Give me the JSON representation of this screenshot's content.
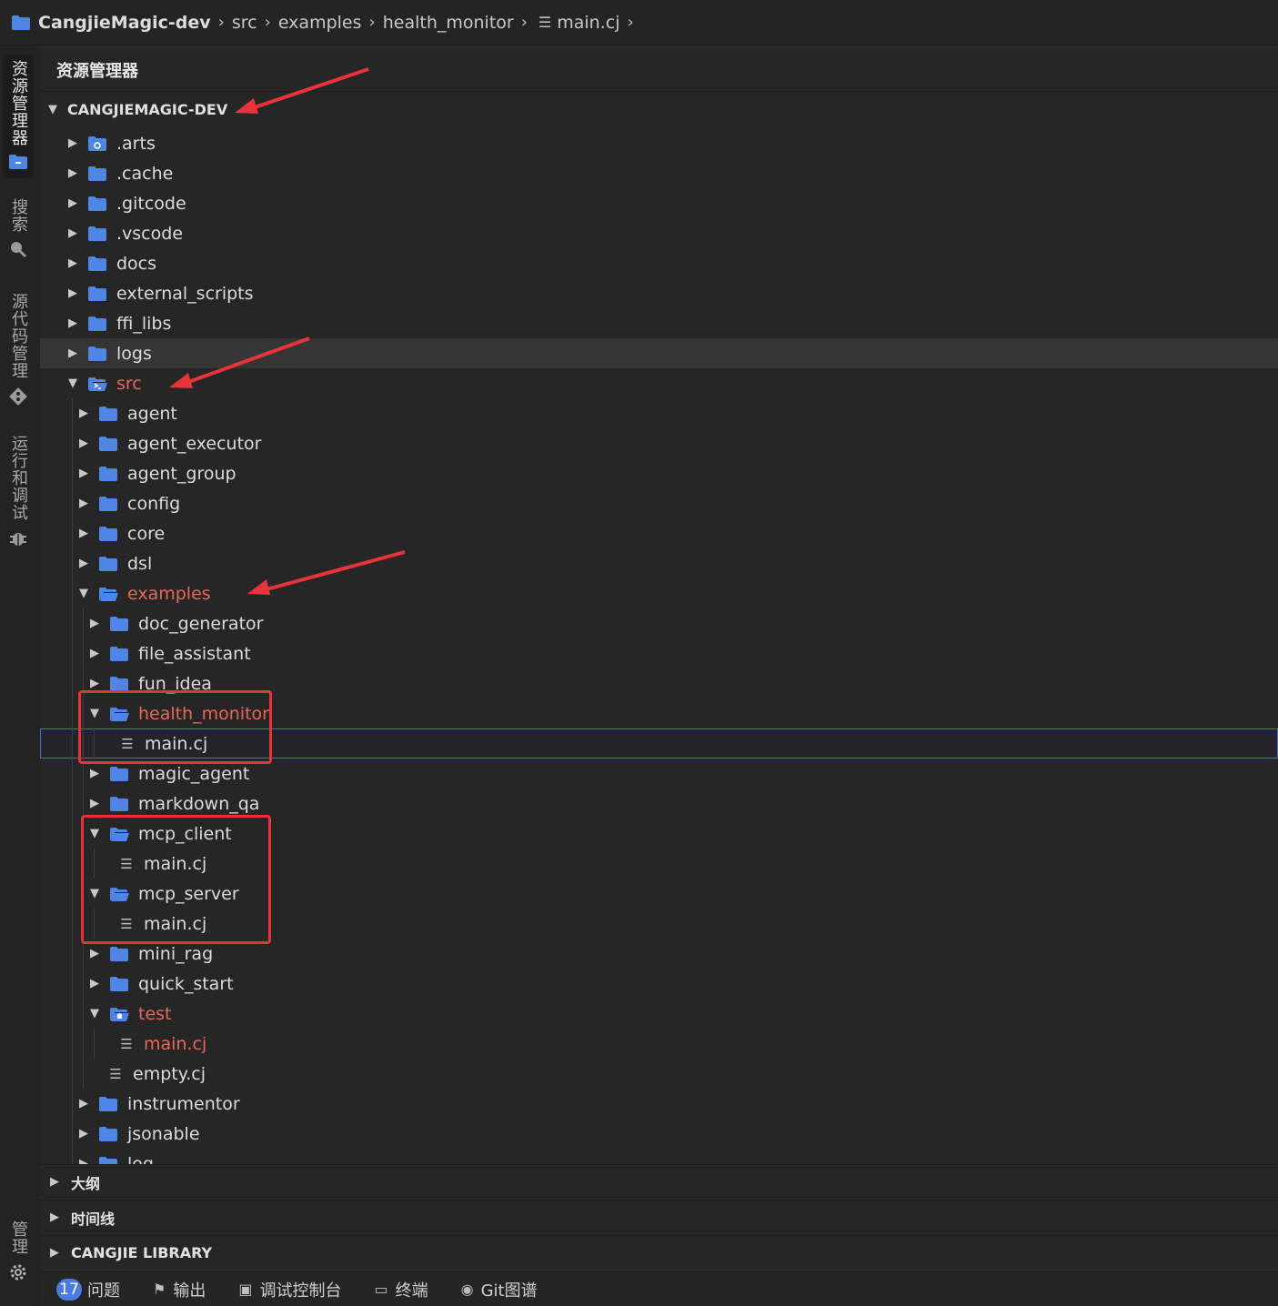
{
  "breadcrumb": {
    "root": "CangjieMagic-dev",
    "parts": [
      "src",
      "examples",
      "health_monitor",
      "main.cj"
    ]
  },
  "activity_bar": {
    "explorer_label": "资源管理器",
    "search_label": "搜索",
    "scm_label": "源代码管理",
    "debug_label": "运行和调试",
    "manage_label": "管理"
  },
  "explorer": {
    "title": "资源管理器",
    "root": "CANGJIEMAGIC-DEV",
    "tree": [
      {
        "label": ".arts",
        "depth": 0,
        "kind": "folder",
        "open": false,
        "badge": "arts"
      },
      {
        "label": ".cache",
        "depth": 0,
        "kind": "folder",
        "open": false
      },
      {
        "label": ".gitcode",
        "depth": 0,
        "kind": "folder",
        "open": false
      },
      {
        "label": ".vscode",
        "depth": 0,
        "kind": "folder",
        "open": false
      },
      {
        "label": "docs",
        "depth": 0,
        "kind": "folder",
        "open": false
      },
      {
        "label": "external_scripts",
        "depth": 0,
        "kind": "folder",
        "open": false
      },
      {
        "label": "ffi_libs",
        "depth": 0,
        "kind": "folder",
        "open": false
      },
      {
        "label": "logs",
        "depth": 0,
        "kind": "folder",
        "open": false,
        "state": "hover"
      },
      {
        "label": "src",
        "depth": 0,
        "kind": "folder",
        "open": true,
        "red": true,
        "badge": "src"
      },
      {
        "label": "agent",
        "depth": 1,
        "kind": "folder",
        "open": false
      },
      {
        "label": "agent_executor",
        "depth": 1,
        "kind": "folder",
        "open": false
      },
      {
        "label": "agent_group",
        "depth": 1,
        "kind": "folder",
        "open": false
      },
      {
        "label": "config",
        "depth": 1,
        "kind": "folder",
        "open": false
      },
      {
        "label": "core",
        "depth": 1,
        "kind": "folder",
        "open": false
      },
      {
        "label": "dsl",
        "depth": 1,
        "kind": "folder",
        "open": false
      },
      {
        "label": "examples",
        "depth": 1,
        "kind": "folder",
        "open": true,
        "red": true
      },
      {
        "label": "doc_generator",
        "depth": 2,
        "kind": "folder",
        "open": false
      },
      {
        "label": "file_assistant",
        "depth": 2,
        "kind": "folder",
        "open": false
      },
      {
        "label": "fun_idea",
        "depth": 2,
        "kind": "folder",
        "open": false
      },
      {
        "label": "health_monitor",
        "depth": 2,
        "kind": "folder",
        "open": true,
        "red": true
      },
      {
        "label": "main.cj",
        "depth": 3,
        "kind": "file",
        "state": "selected"
      },
      {
        "label": "magic_agent",
        "depth": 2,
        "kind": "folder",
        "open": false
      },
      {
        "label": "markdown_qa",
        "depth": 2,
        "kind": "folder",
        "open": false
      },
      {
        "label": "mcp_client",
        "depth": 2,
        "kind": "folder",
        "open": true
      },
      {
        "label": "main.cj",
        "depth": 3,
        "kind": "file"
      },
      {
        "label": "mcp_server",
        "depth": 2,
        "kind": "folder",
        "open": true
      },
      {
        "label": "main.cj",
        "depth": 3,
        "kind": "file"
      },
      {
        "label": "mini_rag",
        "depth": 2,
        "kind": "folder",
        "open": false
      },
      {
        "label": "quick_start",
        "depth": 2,
        "kind": "folder",
        "open": false
      },
      {
        "label": "test",
        "depth": 2,
        "kind": "folder",
        "open": true,
        "red": true,
        "badge": "test"
      },
      {
        "label": "main.cj",
        "depth": 3,
        "kind": "file",
        "red": true
      },
      {
        "label": "empty.cj",
        "depth": 2,
        "kind": "file"
      },
      {
        "label": "instrumentor",
        "depth": 1,
        "kind": "folder",
        "open": false
      },
      {
        "label": "jsonable",
        "depth": 1,
        "kind": "folder",
        "open": false
      },
      {
        "label": "log",
        "depth": 1,
        "kind": "folder",
        "open": false
      }
    ]
  },
  "sections": [
    {
      "label": "大纲"
    },
    {
      "label": "时间线"
    },
    {
      "label": "CANGJIE LIBRARY"
    }
  ],
  "statusbar": {
    "problems_count": "17",
    "problems_label": "问题",
    "output_label": "输出",
    "debug_console_label": "调试控制台",
    "terminal_label": "终端",
    "git_graph_label": "Git图谱"
  },
  "colors": {
    "folder": "#4f86e6",
    "red_text": "#e8675a",
    "annotation": "#e8333a",
    "selection_border": "#4e6fb8"
  }
}
